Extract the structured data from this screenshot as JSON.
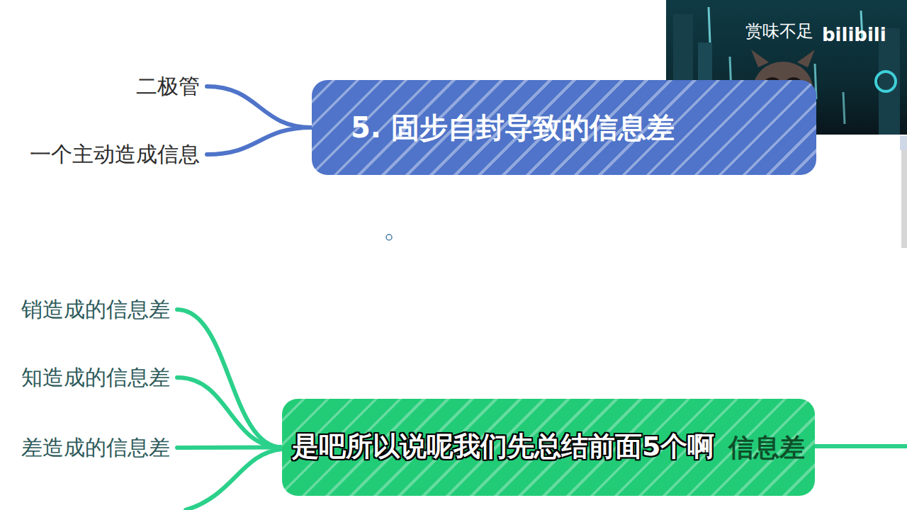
{
  "diagram": {
    "nodes": [
      {
        "text": [
          "二极管"
        ]
      },
      {
        "text": [
          "一个主动造成信息"
        ]
      },
      {
        "text": [
          "5. 固步自封导致的信息差"
        ]
      },
      {
        "text": [
          "销造成的信息差"
        ]
      },
      {
        "text": [
          "知造成的信息差"
        ]
      },
      {
        "text": [
          "差造成的信息差"
        ]
      },
      {
        "text": [
          "信息差"
        ]
      }
    ],
    "edges": [
      {
        "from": 0,
        "to": 2,
        "arrow": "none"
      },
      {
        "from": 1,
        "to": 2,
        "arrow": "none"
      },
      {
        "from": 3,
        "to": 6,
        "arrow": "none"
      },
      {
        "from": 4,
        "to": 6,
        "arrow": "none"
      },
      {
        "from": 5,
        "to": 6,
        "arrow": "none"
      }
    ],
    "labels": [
      "赏味不足",
      "bilibili",
      "是吧所以说呢我们先总结前面5个啊"
    ]
  }
}
